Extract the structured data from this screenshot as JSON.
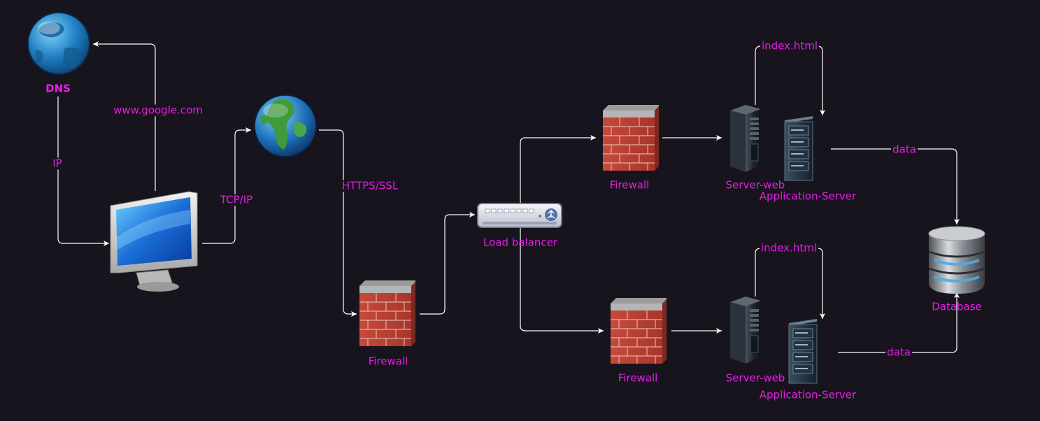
{
  "colors": {
    "background": "#18141d",
    "label": "#e61ee6",
    "connector": "#ffffff"
  },
  "nodes": {
    "dns": {
      "label": "DNS",
      "icon": "dns-globe-icon"
    },
    "computer": {
      "icon": "computer-monitor-icon"
    },
    "internet": {
      "icon": "earth-globe-icon"
    },
    "firewall_main": {
      "label": "Firewall",
      "icon": "firewall-icon"
    },
    "load_balancer": {
      "label": "Load balancer",
      "icon": "load-balancer-icon"
    },
    "firewall_top": {
      "label": "Firewall",
      "icon": "firewall-icon"
    },
    "firewall_bottom": {
      "label": "Firewall",
      "icon": "firewall-icon"
    },
    "web_server_top": {
      "label": "Server-web",
      "icon": "web-server-tower-icon"
    },
    "app_server_top": {
      "label": "Application-Server",
      "icon": "application-server-rack-icon"
    },
    "web_server_bottom": {
      "label": "Server-web",
      "icon": "web-server-tower-icon"
    },
    "app_server_bottom": {
      "label": "Application-Server",
      "icon": "application-server-rack-icon"
    },
    "database": {
      "label": "Database",
      "icon": "database-icon"
    }
  },
  "edges": {
    "dns_query": "www.google.com",
    "dns_reply": "IP",
    "tcp": "TCP/IP",
    "https": "HTTPS/SSL",
    "index_top": "index.html",
    "index_bottom": "index.html",
    "data_top": "data",
    "data_bottom": "data"
  }
}
